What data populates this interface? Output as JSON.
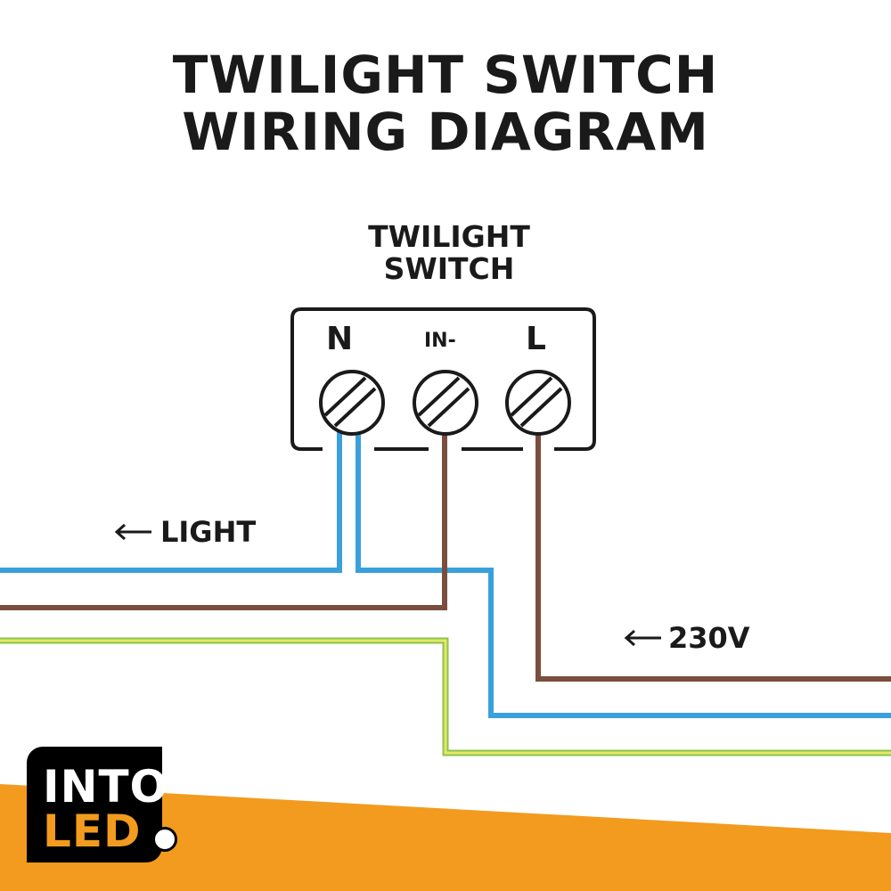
{
  "title": {
    "line1": "TWILIGHT SWITCH",
    "line2": "WIRING DIAGRAM"
  },
  "switch": {
    "label_line1": "TWILIGHT",
    "label_line2": "SWITCH",
    "terminals": [
      "N",
      "IN-",
      "L"
    ]
  },
  "labels": {
    "light": "LIGHT",
    "supply": "230V"
  },
  "logo": {
    "line1": "INTO",
    "line2": "LED"
  },
  "colors": {
    "blue": "#3aa0dc",
    "brown": "#7a4e3e",
    "earth_yellow": "#e6e86a",
    "earth_green": "#8cc34a",
    "orange": "#f29b1e",
    "ink": "#1a1a1a"
  }
}
